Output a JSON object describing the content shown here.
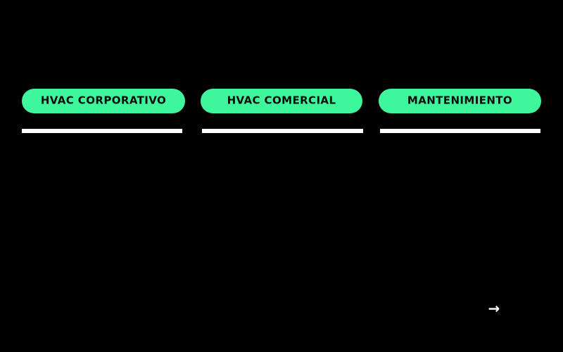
{
  "colors": {
    "bg": "#000000",
    "green": "#3EF69B",
    "ink": "#0b0b0b",
    "white": "#ffffff"
  },
  "tabs": [
    {
      "label": "HVAC CORPORATIVO"
    },
    {
      "label": "HVAC COMERCIAL"
    },
    {
      "label": "MANTENIMIENTO"
    }
  ],
  "next_arrow": {
    "glyph": "→"
  }
}
